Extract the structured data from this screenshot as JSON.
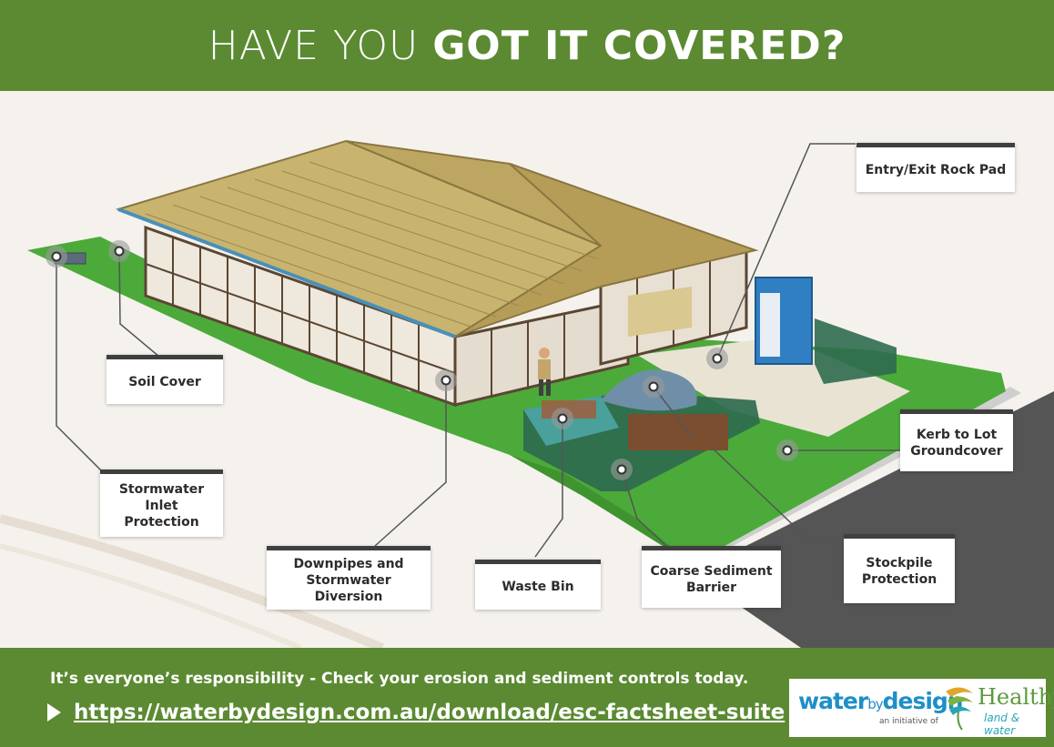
{
  "header": {
    "title_light": "HAVE YOU ",
    "title_bold": "GOT IT COVERED?"
  },
  "callouts": {
    "entry_exit": "Entry/Exit Rock Pad",
    "soil_cover": "Soil Cover",
    "kerb": "Kerb to Lot\nGroundcover",
    "stormwater_inlet": "Stormwater\nInlet Protection",
    "downpipes": "Downpipes and\nStormwater Diversion",
    "waste_bin": "Waste Bin",
    "coarse_sediment": "Coarse Sediment\nBarrier",
    "stockpile": "Stockpile\nProtection"
  },
  "footer": {
    "tagline": "It’s everyone’s responsibility - Check your erosion and sediment controls today.",
    "link": "https://waterbydesign.com.au/download/esc-factsheet-suite"
  },
  "logos": {
    "water": "water",
    "by": "by",
    "design": "design",
    "initiative": "an initiative of",
    "healthy": "Healthy",
    "land_water": "land & water"
  },
  "colors": {
    "brand_green": "#5b8a32",
    "grass": "#4caa3a",
    "roof": "#c8b46e",
    "fence": "#2f6b4f"
  },
  "icons": [
    "play-icon",
    "marker-icon"
  ]
}
